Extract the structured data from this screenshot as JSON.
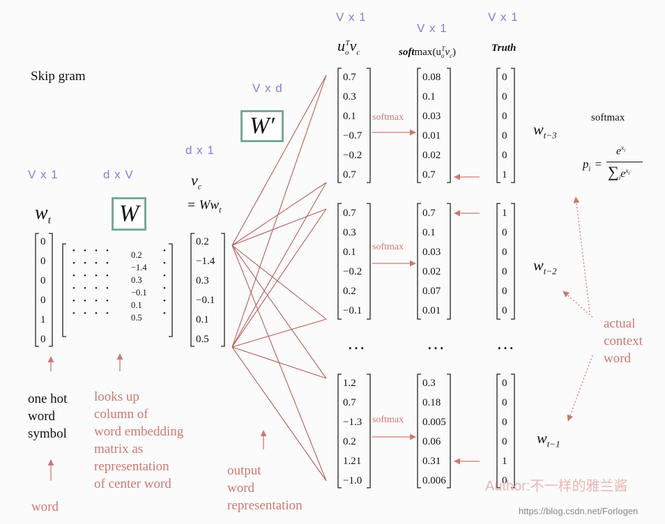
{
  "title": "Skip gram",
  "dims": {
    "one_hot": "V x 1",
    "W": "d x V",
    "vc": "d x 1",
    "W_prime": "V x d",
    "scores": "V x 1",
    "softmax": "V x 1",
    "truth": "V x 1"
  },
  "symbols": {
    "wt": "w",
    "wt_sub": "t",
    "W": "W",
    "W_prime": "W′",
    "vc": "v",
    "vc_sub": "c",
    "vc_eq": "= Ww",
    "vc_eq_sub": "t",
    "u_head": "u",
    "u_sub": "o",
    "u_sup": "T",
    "u_v": "v",
    "u_v_sub": "c",
    "soft_head": "soft",
    "soft_max": "max(u",
    "soft_sub": "o",
    "soft_sup": "T",
    "soft_v": "v",
    "soft_vsub": "c",
    "soft_close": ")",
    "truth": "Truth"
  },
  "one_hot_vector": [
    "0",
    "0",
    "0",
    "0",
    "1",
    "0"
  ],
  "W_matrix_column": [
    "0.2",
    "−1.4",
    "0.3",
    "−0.1",
    "0.1",
    "0.5"
  ],
  "dot": "•",
  "vc_vector": [
    "0.2",
    "−1.4",
    "0.3",
    "−0.1",
    "0.1",
    "0.5"
  ],
  "blocks": [
    {
      "scores": [
        "0.7",
        "0.3",
        "0.1",
        "−0.7",
        "−0.2",
        "0.7"
      ],
      "probs": [
        "0.08",
        "0.1",
        "0.03",
        "0.01",
        "0.02",
        "0.7"
      ],
      "truth": [
        "0",
        "0",
        "0",
        "0",
        "0",
        "1"
      ],
      "arrow_label": "softmax",
      "context": "w",
      "context_sub": "t−3"
    },
    {
      "scores": [
        "0.7",
        "0.3",
        "0.1",
        "−0.2",
        "0.2",
        "−0.1"
      ],
      "probs": [
        "0.7",
        "0.1",
        "0.03",
        "0.02",
        "0.07",
        "0.01"
      ],
      "truth": [
        "1",
        "0",
        "0",
        "0",
        "0",
        "0"
      ],
      "arrow_label": "softmax",
      "context": "w",
      "context_sub": "t−2"
    },
    {
      "scores": [
        "1.2",
        "0.7",
        "−1.3",
        "0.2",
        "1.21",
        "−1.0"
      ],
      "probs": [
        "0.3",
        "0.18",
        "0.005",
        "0.06",
        "0.31",
        "0.006"
      ],
      "truth": [
        "0",
        "0",
        "0",
        "0",
        "1",
        "0"
      ],
      "arrow_label": "softmax",
      "context": "w",
      "context_sub": "t−1"
    }
  ],
  "ellipsis": "…",
  "softmax_title": "softmax",
  "formula": {
    "p": "p",
    "p_sub": "i",
    "eq": "=",
    "num": "e",
    "num_sup": "x",
    "num_sup_sub": "i",
    "sum": "∑",
    "sum_sub": "i",
    "den": "e",
    "den_sup": "x",
    "den_sup_sub": "i"
  },
  "labels": {
    "one_hot": [
      "one hot",
      "word",
      "symbol"
    ],
    "word": "word",
    "lookup": [
      "looks up",
      "column of",
      "word embedding",
      "matrix as",
      "representation",
      "of center word"
    ],
    "output": [
      "output",
      "word",
      "representation"
    ],
    "actual": [
      "actual",
      "context",
      "word"
    ]
  },
  "watermark": "Author:不一样的雅兰酱",
  "url": "https://blog.csdn.net/Forlogen",
  "colors": {
    "label_red": "#c97a74",
    "dim_purple": "#8e79d6",
    "box_border": "#7aa898",
    "line_red": "#b0605a"
  }
}
